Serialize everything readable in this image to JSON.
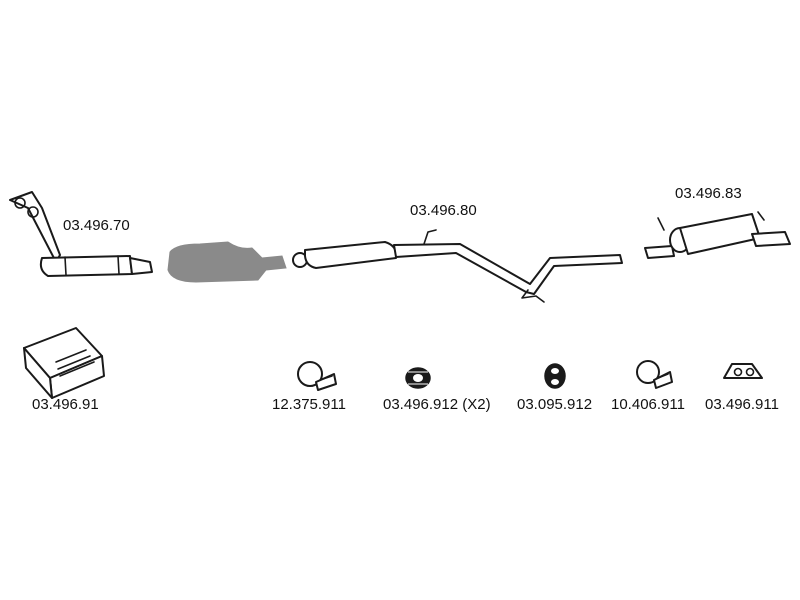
{
  "parts": {
    "front_pipe": "03.496.70",
    "center_section": "03.496.80",
    "rear_silencer": "03.496.83",
    "fitting_kit": "03.496.91"
  },
  "fittings": {
    "clamp_a": "12.375.911",
    "rubber_mount_a": "03.496.912 (X2)",
    "rubber_mount_b": "03.095.912",
    "clamp_b": "10.406.911",
    "bracket": "03.496.911"
  },
  "colors": {
    "ink": "#1a1a1a",
    "catalyst_fill": "#8a8a8a",
    "background": "#ffffff"
  }
}
